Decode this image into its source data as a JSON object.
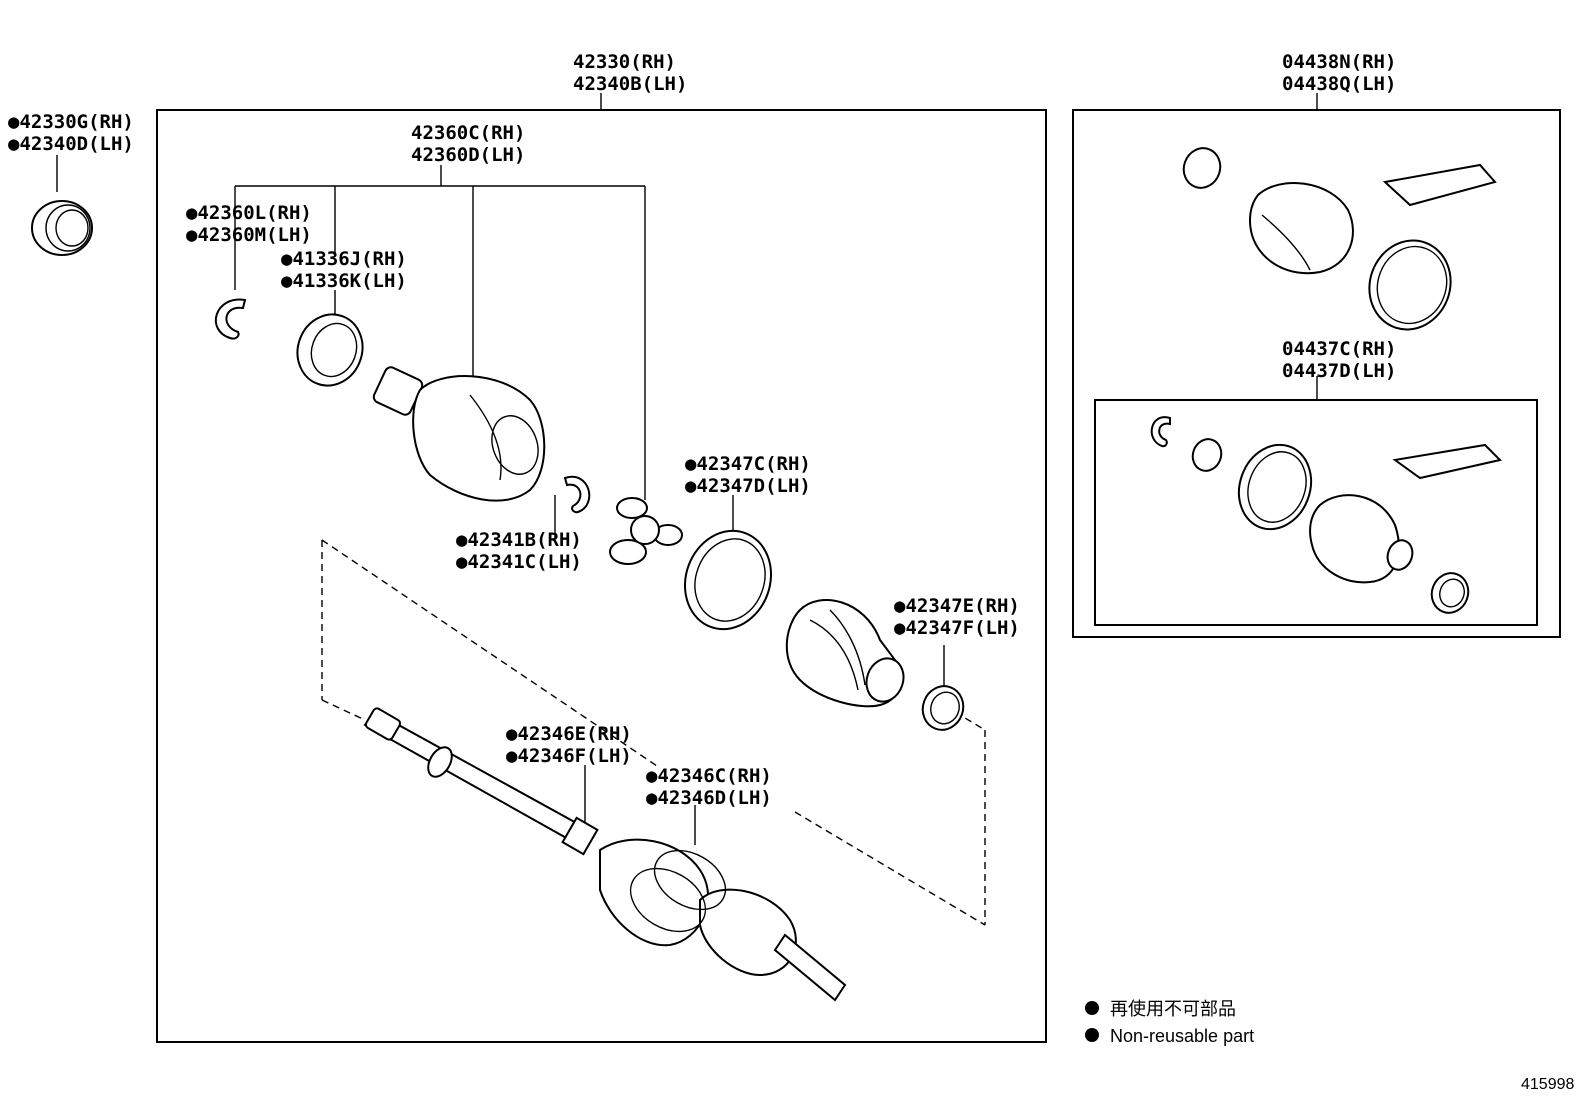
{
  "labels": {
    "shaft_assy_rh": "42330(RH)",
    "shaft_assy_lh": "42340B(LH)",
    "ring_rh": "●42330G(RH)",
    "ring_lh": "●42340D(LH)",
    "inner_joint_rh": "42360C(RH)",
    "inner_joint_lh": "42360D(LH)",
    "snap_ring_rh": "●42360L(RH)",
    "snap_ring_lh": "●42360M(LH)",
    "seal_rh": "●41336J(RH)",
    "seal_lh": "●41336K(LH)",
    "clip_rh": "●42341B(RH)",
    "clip_lh": "●42341C(LH)",
    "band_a_rh": "●42347C(RH)",
    "band_a_lh": "●42347D(LH)",
    "band_b_rh": "●42347E(RH)",
    "band_b_lh": "●42347F(LH)",
    "band_c_rh": "●42346E(RH)",
    "band_c_lh": "●42346F(LH)",
    "band_d_rh": "●42346C(RH)",
    "band_d_lh": "●42346D(LH)",
    "boot_kit_rh": "04438N(RH)",
    "boot_kit_lh": "04438Q(LH)",
    "boot_kit2_rh": "04437C(RH)",
    "boot_kit2_lh": "04437D(LH)"
  },
  "legend": {
    "japanese": "再使用不可部品",
    "english": "Non-reusable part"
  },
  "figure_number": "415998"
}
